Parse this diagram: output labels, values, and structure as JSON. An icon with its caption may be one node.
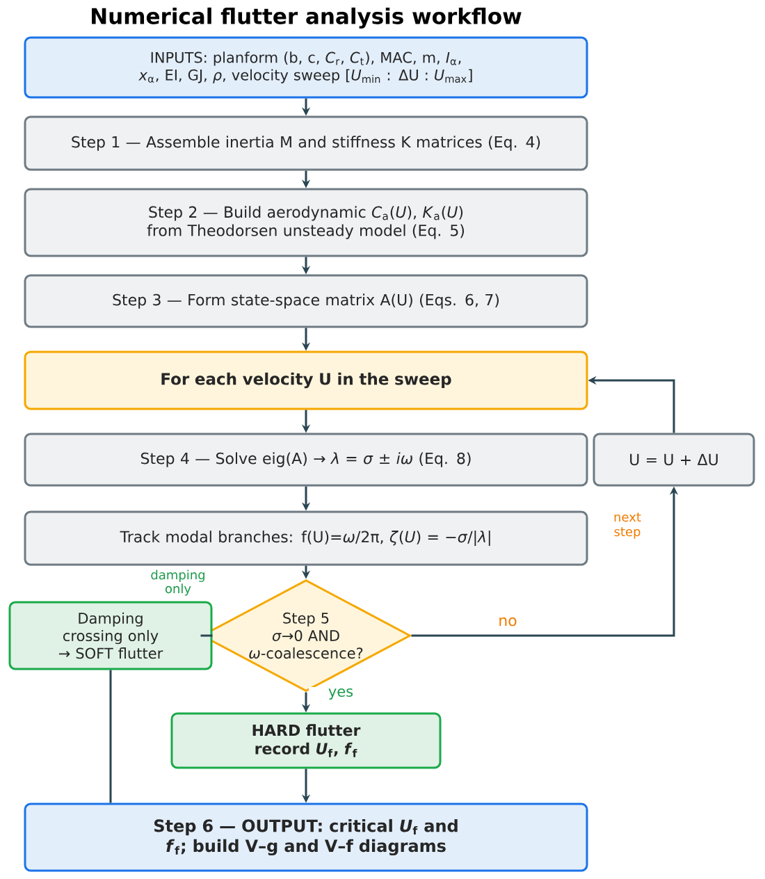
{
  "diagram": {
    "title": "Numerical flutter analysis workflow",
    "nodes": [
      {
        "text": [
          "INPUTS: planform (b, c, *C*$_{r}$, *C*$_{t}$), MAC, m, *I*$_{α}$, *x*$_{α}$, EI, GJ, *ρ*, velocity sweep [*U*$_{min}$ : ΔU : *U*$_{max}$]"
        ]
      },
      {
        "text": [
          "Step 1 — Assemble inertia M and stiffness K matrices (Eq. 4)"
        ]
      },
      {
        "text": [
          "Step 2 — Build aerodynamic *C*$_{a}$(*U*), *K*$_{a}$(*U*) from Theodorsen unsteady model (Eq. 5)"
        ]
      },
      {
        "text": [
          "Step 3 — Form state-space matrix A(U) (Eqs. 6, 7)"
        ]
      },
      {
        "text": [
          "For each velocity U in the sweep"
        ]
      },
      {
        "text": [
          "Step 4 — Solve eig(A) → *λ* = *σ* ± *iω* (Eq. 8)"
        ]
      },
      {
        "text": [
          "Track modal branches: f(U)=*ω*/2π,   *ζ*(*U*) = −*σ*/|*λ*|"
        ]
      },
      {
        "text": [
          "Step 5",
          "*σ*→0  AND *ω*-coalescence?"
        ]
      },
      {
        "text": [
          "Damping crossing only → SOFT flutter"
        ]
      },
      {
        "text": [
          "HARD flutter record *U*$_{f}$, *f*$_{f}$"
        ]
      },
      {
        "text": [
          "Step 6 — OUTPUT: critical *U*$_{f}$ and *f*$_{f}$; build V–g and V–f diagrams"
        ]
      },
      {
        "text": [
          "U = U + ΔU"
        ]
      }
    ],
    "edges": [
      {
        "from": 0,
        "to": 1,
        "arrow": "to"
      },
      {
        "from": 1,
        "to": 2,
        "arrow": "to"
      },
      {
        "from": 2,
        "to": 3,
        "arrow": "to"
      },
      {
        "from": 3,
        "to": 4,
        "arrow": "to"
      },
      {
        "from": 4,
        "to": 5,
        "arrow": "to"
      },
      {
        "from": 5,
        "to": 6,
        "arrow": "to"
      },
      {
        "from": 6,
        "to": 7,
        "arrow": "to"
      },
      {
        "from": 7,
        "to": 9,
        "arrow": "to",
        "label": "yes"
      },
      {
        "from": 7,
        "to": 8,
        "arrow": "none",
        "label": "damping only"
      },
      {
        "from": 7,
        "to": 11,
        "arrow": "to",
        "label": "no"
      },
      {
        "from": 11,
        "to": 4,
        "arrow": "to"
      },
      {
        "from": 9,
        "to": 10,
        "arrow": "to"
      },
      {
        "from": 8,
        "to": 10,
        "arrow": "none"
      }
    ],
    "labels": [
      "next step"
    ]
  }
}
